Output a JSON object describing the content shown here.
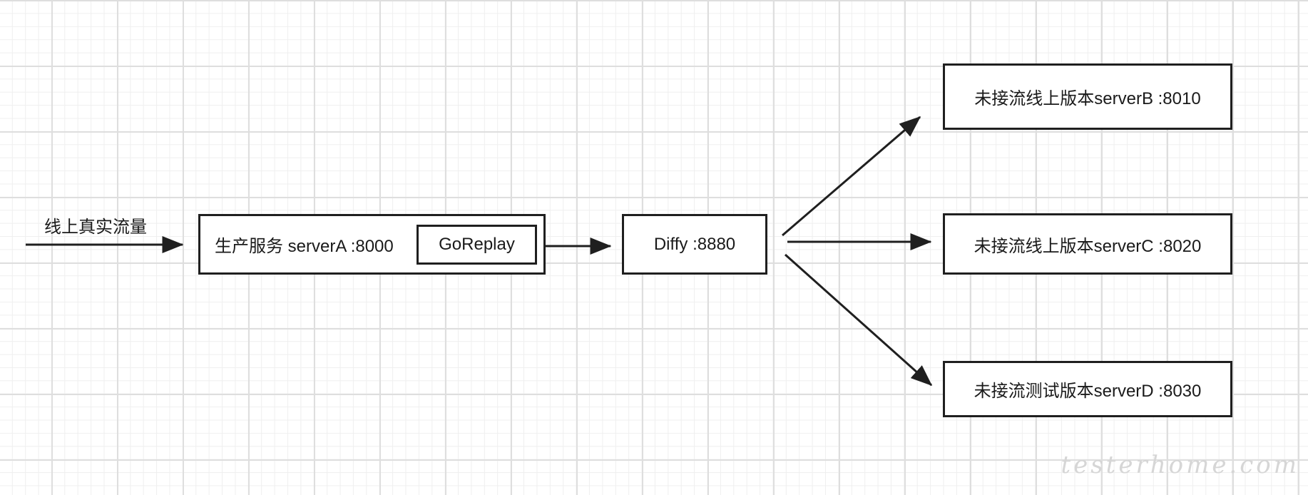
{
  "source_label": "线上真实流量",
  "server_a": {
    "label": "生产服务 serverA :8000",
    "plugin": "GoReplay"
  },
  "diffy": {
    "label": "Diffy :8880"
  },
  "targets": [
    {
      "label": "未接流线上版本serverB :8010"
    },
    {
      "label": "未接流线上版本serverC :8020"
    },
    {
      "label": "未接流测试版本serverD :8030"
    }
  ],
  "watermark": "testerhome.com",
  "colors": {
    "stroke": "#1f1f1f",
    "grid_major": "#dedede",
    "grid_minor": "#efefef"
  }
}
